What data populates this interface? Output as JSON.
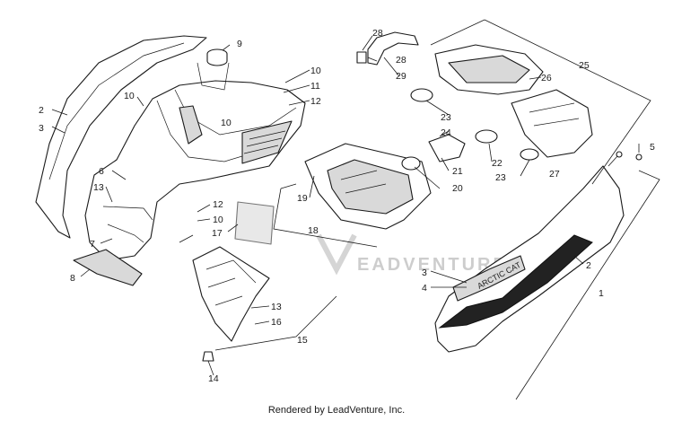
{
  "footer_text": "Rendered by LeadVenture, Inc.",
  "watermark_text": "EADVENTURE",
  "callouts": [
    "1",
    "2",
    "3",
    "4",
    "5",
    "6",
    "7",
    "8",
    "9",
    "10",
    "11",
    "12",
    "13",
    "14",
    "15",
    "16",
    "17",
    "18",
    "19",
    "20",
    "21",
    "22",
    "23",
    "24",
    "25",
    "26",
    "27",
    "28",
    "29"
  ],
  "colors": {
    "line": "#1a1a1a",
    "shade": "#d9d9d9",
    "watermark": "#c8c8c8"
  }
}
